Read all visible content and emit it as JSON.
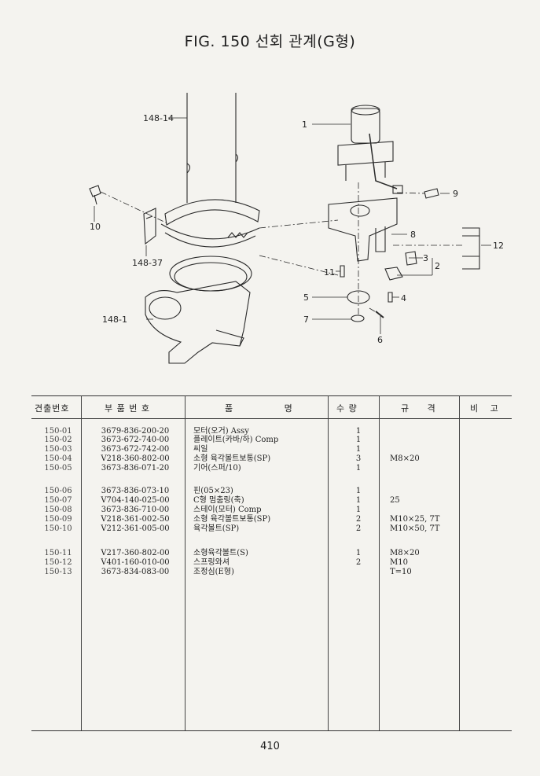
{
  "title": "FIG. 150 선회 관계(G형)",
  "callouts": {
    "c1": "1",
    "c2": "2",
    "c3": "3",
    "c4": "4",
    "c5": "5",
    "c6": "6",
    "c7": "7",
    "c8": "8",
    "c9": "9",
    "c10": "10",
    "c11": "11",
    "c12": "12",
    "c148_14": "148-14",
    "c148_37": "148-37",
    "c148_1": "148-1"
  },
  "table": {
    "headers": {
      "no": "견출번호",
      "part": "부 품 번 호",
      "name": "품 명",
      "qty": "수 량",
      "spec": "규 격",
      "note": "비 고"
    },
    "rows": [
      {
        "no": "150-01",
        "part": "3679-836-200-20",
        "name": "모터(오거) Assy",
        "qty": "1",
        "spec": ""
      },
      {
        "no": "150-02",
        "part": "3673-672-740-00",
        "name": "플레이트(카바/하) Comp",
        "qty": "1",
        "spec": ""
      },
      {
        "no": "150-03",
        "part": "3673-672-742-00",
        "name": "씨일",
        "qty": "1",
        "spec": ""
      },
      {
        "no": "150-04",
        "part": "V218-360-802-00",
        "name": "소형 육각볼트보통(SP)",
        "qty": "3",
        "spec": "M8×20"
      },
      {
        "no": "150-05",
        "part": "3673-836-071-20",
        "name": "기어(스퍼/10)",
        "qty": "1",
        "spec": ""
      },
      {
        "no": "150-06",
        "part": "3673-836-073-10",
        "name": "핀(05×23)",
        "qty": "1",
        "spec": ""
      },
      {
        "no": "150-07",
        "part": "V704-140-025-00",
        "name": "C형 멈춤링(축)",
        "qty": "1",
        "spec": "25"
      },
      {
        "no": "150-08",
        "part": "3673-836-710-00",
        "name": "스테이(모터) Comp",
        "qty": "1",
        "spec": ""
      },
      {
        "no": "150-09",
        "part": "V218-361-002-50",
        "name": "소형 육각볼트보통(SP)",
        "qty": "2",
        "spec": "M10×25, 7T"
      },
      {
        "no": "150-10",
        "part": "V212-361-005-00",
        "name": "육각볼트(SP)",
        "qty": "2",
        "spec": "M10×50, 7T"
      },
      {
        "no": "150-11",
        "part": "V217-360-802-00",
        "name": "소형육각볼트(S)",
        "qty": "1",
        "spec": "M8×20"
      },
      {
        "no": "150-12",
        "part": "V401-160-010-00",
        "name": "스프링와셔",
        "qty": "2",
        "spec": "M10"
      },
      {
        "no": "150-13",
        "part": "3673-834-083-00",
        "name": "조정심(E형)",
        "qty": "",
        "spec": "T=10"
      }
    ]
  },
  "page_number": "410"
}
